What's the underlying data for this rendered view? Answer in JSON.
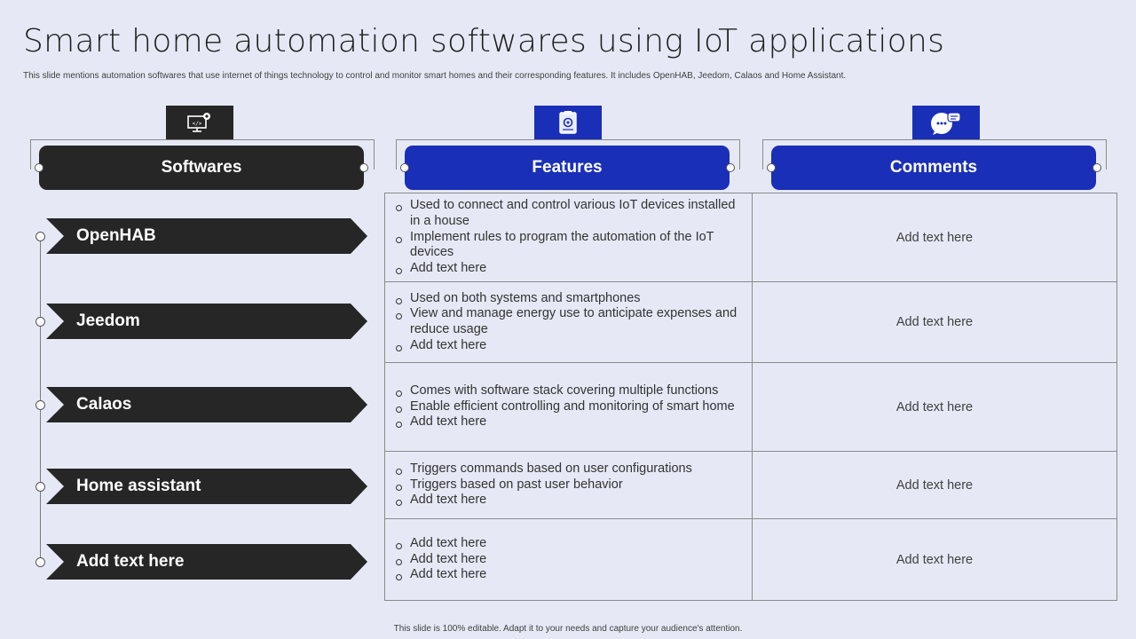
{
  "title": "Smart home automation softwares using IoT applications",
  "subtitle": "This slide mentions automation softwares that use internet of things technology to control and monitor smart homes and their corresponding features. It includes OpenHAB, Jeedom, Calaos and Home Assistant.",
  "footer": "This slide is 100% editable. Adapt it to your needs and capture your audience's attention.",
  "colors": {
    "background": "#e6e9f5",
    "dark": "#262626",
    "accent_blue": "#1a2fb8"
  },
  "headers": [
    {
      "label": "Softwares",
      "icon": "code-monitor-gear-icon",
      "style": "dark"
    },
    {
      "label": "Features",
      "icon": "clipboard-gear-icon",
      "style": "blue"
    },
    {
      "label": "Comments",
      "icon": "chat-bubbles-icon",
      "style": "blue"
    }
  ],
  "rows": [
    {
      "software": "OpenHAB",
      "features": [
        "Used to connect and control various IoT devices installed in a house",
        "Implement rules to program the automation of the IoT devices",
        "Add text here"
      ],
      "comment": "Add text here"
    },
    {
      "software": "Jeedom",
      "features": [
        "Used on both systems and smartphones",
        "View and manage energy use to anticipate expenses and reduce usage",
        "Add text here"
      ],
      "comment": "Add text here"
    },
    {
      "software": "Calaos",
      "features": [
        "Comes with software stack covering multiple functions",
        "Enable efficient controlling and monitoring of smart home",
        "Add text here"
      ],
      "comment": "Add text here"
    },
    {
      "software": "Home assistant",
      "features": [
        "Triggers commands based on user configurations",
        "Triggers based on past user behavior",
        "Add text here"
      ],
      "comment": "Add text here"
    },
    {
      "software": "Add text here",
      "features": [
        "Add text here",
        "Add text here",
        "Add text here"
      ],
      "comment": "Add text here"
    }
  ]
}
